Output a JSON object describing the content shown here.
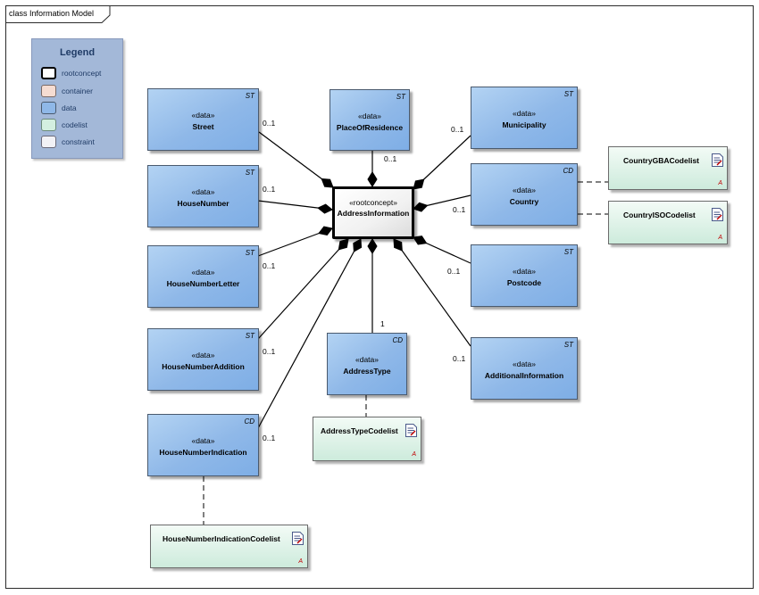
{
  "frame": {
    "title": "class Information Model"
  },
  "legend": {
    "title": "Legend",
    "items": [
      {
        "label": "rootconcept",
        "color": "#ffffff",
        "border": "#000000"
      },
      {
        "label": "container",
        "color": "#f5dcd2",
        "border": "#7a6a66"
      },
      {
        "label": "data",
        "color": "#8fb8e8",
        "border": "#4a5a6e"
      },
      {
        "label": "codelist",
        "color": "#d3efe0",
        "border": "#6b8a7a"
      },
      {
        "label": "constraint",
        "color": "#f2f2f6",
        "border": "#6b6b7a"
      }
    ]
  },
  "root": {
    "stereotype": "«rootconcept»",
    "name": "AddressInformation"
  },
  "classes": {
    "street": {
      "stereotype": "«data»",
      "name": "Street",
      "tag": "ST"
    },
    "place": {
      "stereotype": "«data»",
      "name": "PlaceOfResidence",
      "tag": "ST"
    },
    "municipality": {
      "stereotype": "«data»",
      "name": "Municipality",
      "tag": "ST"
    },
    "housenumber": {
      "stereotype": "«data»",
      "name": "HouseNumber",
      "tag": "ST"
    },
    "country": {
      "stereotype": "«data»",
      "name": "Country",
      "tag": "CD"
    },
    "letter": {
      "stereotype": "«data»",
      "name": "HouseNumberLetter",
      "tag": "ST"
    },
    "postcode": {
      "stereotype": "«data»",
      "name": "Postcode",
      "tag": "ST"
    },
    "addition": {
      "stereotype": "«data»",
      "name": "HouseNumberAddition",
      "tag": "ST"
    },
    "addresstype": {
      "stereotype": "«data»",
      "name": "AddressType",
      "tag": "CD"
    },
    "additional": {
      "stereotype": "«data»",
      "name": "AdditionalInformation",
      "tag": "ST"
    },
    "indication": {
      "stereotype": "«data»",
      "name": "HouseNumberIndication",
      "tag": "CD"
    }
  },
  "codelists": {
    "gba": {
      "name": "CountryGBACodelist",
      "marker": "A"
    },
    "iso": {
      "name": "CountryISOCodelist",
      "marker": "A"
    },
    "addresstype": {
      "name": "AddressTypeCodelist",
      "marker": "A"
    },
    "indication": {
      "name": "HouseNumberIndicationCodelist",
      "marker": "A"
    }
  },
  "multiplicities": {
    "street": "0..1",
    "place": "0..1",
    "municipality": "0..1",
    "housenumber": "0..1",
    "country": "0..1",
    "letter": "0..1",
    "postcode": "0..1",
    "addition": "0..1",
    "addresstype": "1",
    "additional": "0..1",
    "indication": "0..1"
  }
}
